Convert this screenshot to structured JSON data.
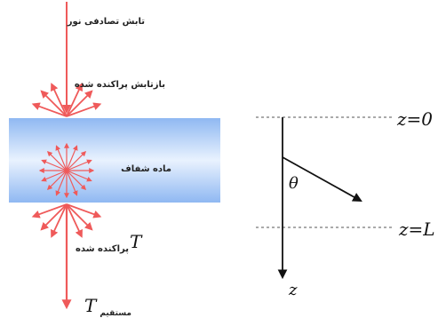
{
  "labels": {
    "incident": "تابش تصادفی نور",
    "reflected": "بازتابش پراکنده شده",
    "medium": "ماده شفاف",
    "t_symbol": "T",
    "t_scattered_sub": "پراکنده شده",
    "t_direct_sub": "مستقیم",
    "z_zero": "z=0",
    "z_L": "z=L",
    "z_axis": "z",
    "theta": "θ"
  },
  "colors": {
    "ray": "#ef5a5a",
    "slab_edge": "#8fb8f2",
    "slab_center": "#e9f2fe",
    "axis": "#111111",
    "dashed": "#777777"
  },
  "icons": {
    "scatter_star": "scatter-star-icon"
  }
}
